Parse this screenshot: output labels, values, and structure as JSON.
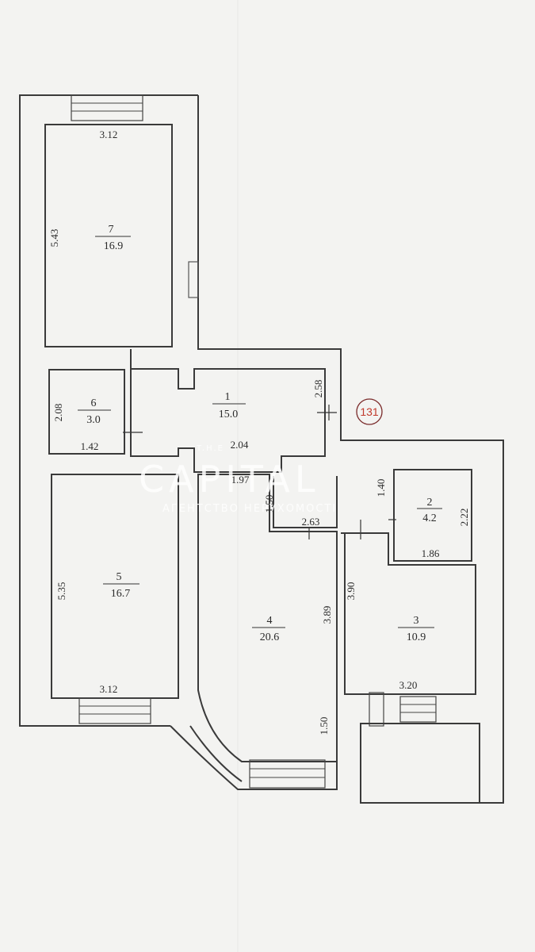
{
  "rooms": [
    {
      "number": "1",
      "area": "15.0"
    },
    {
      "number": "2",
      "area": "4.2"
    },
    {
      "number": "3",
      "area": "10.9"
    },
    {
      "number": "4",
      "area": "20.6"
    },
    {
      "number": "5",
      "area": "16.7"
    },
    {
      "number": "6",
      "area": "3.0"
    },
    {
      "number": "7",
      "area": "16.9"
    }
  ],
  "dimensions": {
    "r7_width": "3.12",
    "r7_length": "5.43",
    "r6_length": "2.08",
    "r6_width": "1.42",
    "r1_length": "2.58",
    "r1_width_a": "2.04",
    "r1_width_b": "1.97",
    "corridor_len": "1.50",
    "corridor_width": "2.63",
    "r2_length_a": "1.40",
    "r2_length_b": "2.22",
    "r2_width": "1.86",
    "r5_length": "5.35",
    "r5_width": "3.12",
    "r4_length": "3.89",
    "r4_bottom": "1.50",
    "r3_length": "3.90",
    "r3_width": "3.20"
  },
  "stamp": "131",
  "watermark": {
    "top": "T.H.E",
    "brand": "CAPITAL",
    "sub": "АГЕНТСТВО НЕРУХОМОСТІ"
  }
}
